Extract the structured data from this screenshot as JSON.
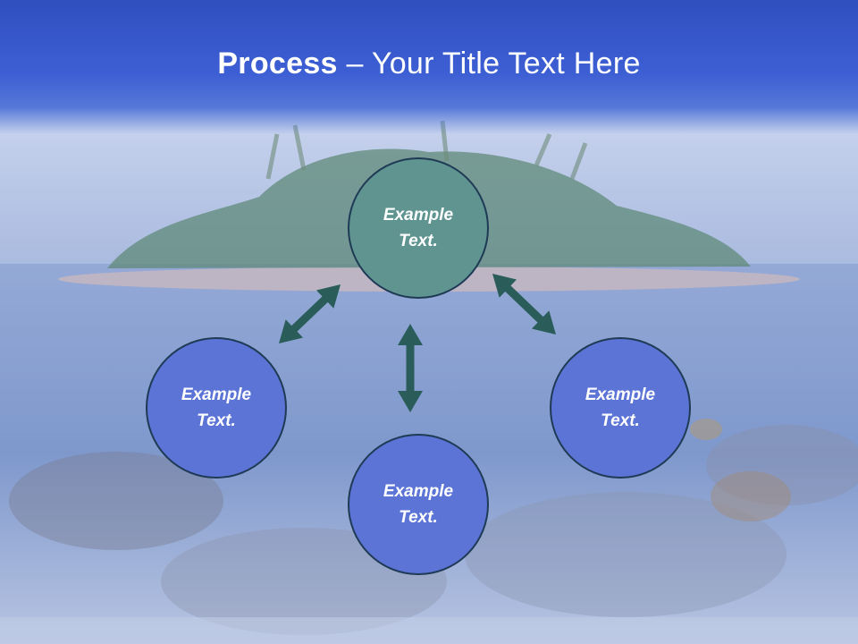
{
  "slide": {
    "title_bold": "Process",
    "title_rest": " – Your Title Text Here"
  },
  "diagram": {
    "nodes": [
      {
        "id": "top",
        "text": "Example Text.",
        "fill": "#5f9490"
      },
      {
        "id": "left",
        "text": "Example Text.",
        "fill": "#5b74d6"
      },
      {
        "id": "right",
        "text": "Example Text.",
        "fill": "#5b74d6"
      },
      {
        "id": "bottom",
        "text": "Example Text.",
        "fill": "#5b74d6"
      }
    ],
    "arrow_color": "#2a5d5a",
    "edges": [
      {
        "from": "top",
        "to": "left",
        "type": "bidirectional"
      },
      {
        "from": "top",
        "to": "right",
        "type": "bidirectional"
      },
      {
        "from": "top",
        "to": "bottom",
        "type": "bidirectional"
      }
    ]
  }
}
